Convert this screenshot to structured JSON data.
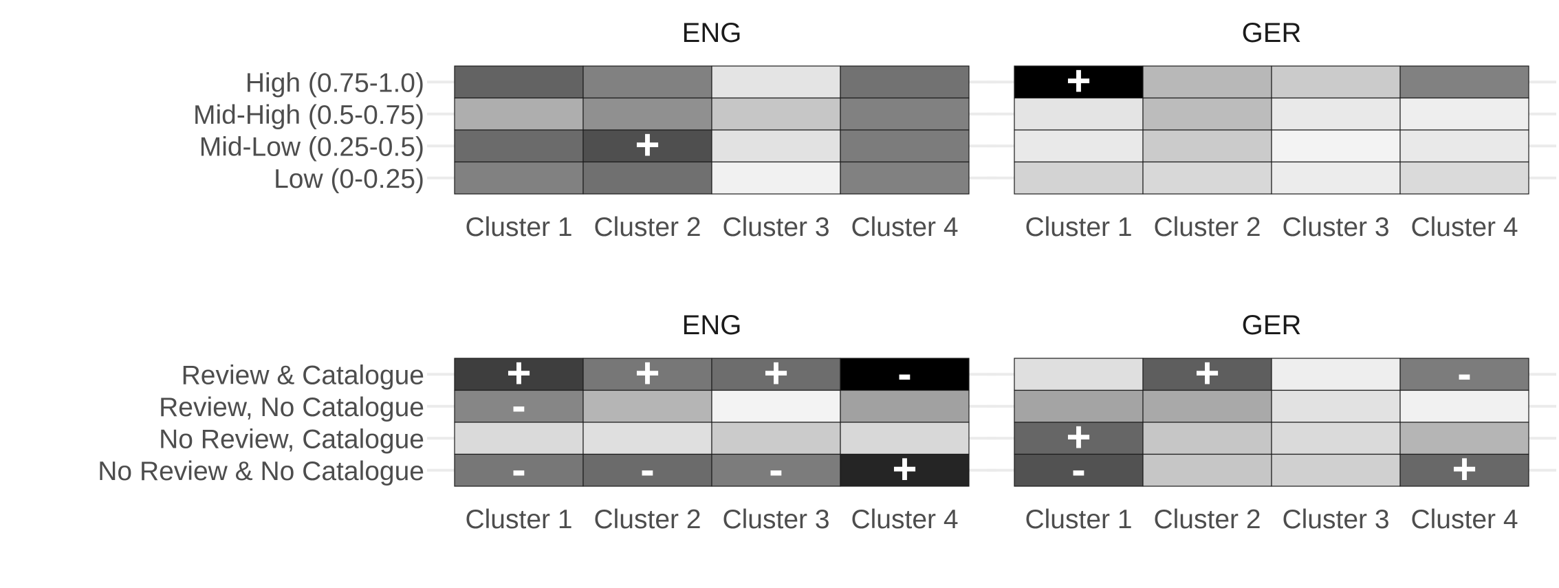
{
  "chart_data": [
    {
      "type": "heatmap",
      "title": "ENG",
      "categories": [
        "Cluster 1",
        "Cluster 2",
        "Cluster 3",
        "Cluster 4"
      ],
      "rows": [
        "High (0.75-1.0)",
        "Mid-High (0.5-0.75)",
        "Mid-Low (0.25-0.5)",
        "Low (0-0.25)"
      ],
      "values": [
        [
          0.6,
          0.48,
          0.08,
          0.54
        ],
        [
          0.3,
          0.42,
          0.2,
          0.48
        ],
        [
          0.57,
          0.68,
          0.09,
          0.5
        ],
        [
          0.48,
          0.55,
          0.03,
          0.48
        ]
      ],
      "markers": [
        [
          "",
          "",
          "",
          ""
        ],
        [
          "",
          "",
          "",
          ""
        ],
        [
          "",
          "+",
          "",
          ""
        ],
        [
          "",
          "",
          "",
          ""
        ]
      ],
      "scale": "grayscale (white = low, black = high); no legend shown"
    },
    {
      "type": "heatmap",
      "title": "GER",
      "categories": [
        "Cluster 1",
        "Cluster 2",
        "Cluster 3",
        "Cluster 4"
      ],
      "rows": [
        "High (0.75-1.0)",
        "Mid-High (0.5-0.75)",
        "Mid-Low (0.25-0.5)",
        "Low (0-0.25)"
      ],
      "values": [
        [
          1.0,
          0.26,
          0.18,
          0.48
        ],
        [
          0.08,
          0.24,
          0.06,
          0.04
        ],
        [
          0.06,
          0.18,
          0.02,
          0.06
        ],
        [
          0.15,
          0.13,
          0.05,
          0.12
        ]
      ],
      "markers": [
        [
          "+",
          "",
          "",
          ""
        ],
        [
          "",
          "",
          "",
          ""
        ],
        [
          "",
          "",
          "",
          ""
        ],
        [
          "",
          "",
          "",
          ""
        ]
      ],
      "scale": "grayscale (white = low, black = high); no legend shown"
    },
    {
      "type": "heatmap",
      "title": "ENG",
      "categories": [
        "Cluster 1",
        "Cluster 2",
        "Cluster 3",
        "Cluster 4"
      ],
      "rows": [
        "Review & Catalogue",
        "Review, No Catalogue",
        "No Review, Catalogue",
        "No Review & No Catalogue"
      ],
      "values": [
        [
          0.75,
          0.52,
          0.56,
          1.0
        ],
        [
          0.46,
          0.27,
          0.02,
          0.35
        ],
        [
          0.12,
          0.1,
          0.18,
          0.13
        ],
        [
          0.52,
          0.57,
          0.5,
          0.85
        ]
      ],
      "markers": [
        [
          "+",
          "+",
          "+",
          "-"
        ],
        [
          "-",
          "",
          "",
          ""
        ],
        [
          "",
          "",
          "",
          ""
        ],
        [
          "-",
          "-",
          "-",
          "+"
        ]
      ],
      "scale": "grayscale (white = low, black = high); no legend shown"
    },
    {
      "type": "heatmap",
      "title": "GER",
      "categories": [
        "Cluster 1",
        "Cluster 2",
        "Cluster 3",
        "Cluster 4"
      ],
      "rows": [
        "Review & Catalogue",
        "Review, No Catalogue",
        "No Review, Catalogue",
        "No Review & No Catalogue"
      ],
      "values": [
        [
          0.1,
          0.62,
          0.04,
          0.5
        ],
        [
          0.34,
          0.32,
          0.09,
          0.03
        ],
        [
          0.59,
          0.2,
          0.12,
          0.27
        ],
        [
          0.67,
          0.2,
          0.16,
          0.58
        ]
      ],
      "markers": [
        [
          "",
          "+",
          "",
          "-"
        ],
        [
          "",
          "",
          "",
          ""
        ],
        [
          "+",
          "",
          "",
          ""
        ],
        [
          "-",
          "",
          "",
          "+"
        ]
      ],
      "scale": "grayscale (white = low, black = high); no legend shown"
    }
  ]
}
